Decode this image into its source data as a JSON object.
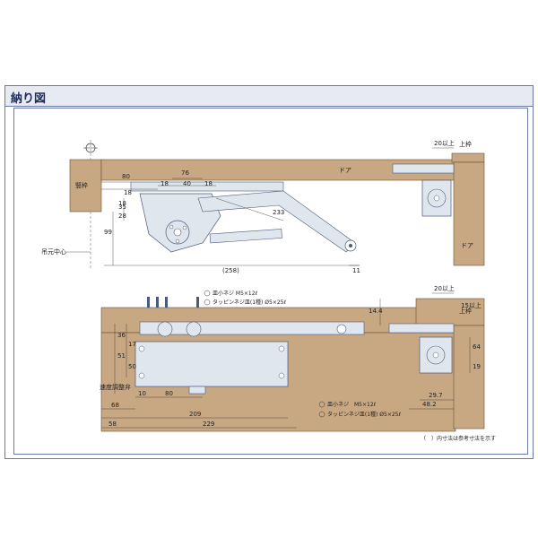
{
  "header": {
    "title": "納り図"
  },
  "colors": {
    "wood": "#c8a882",
    "metal": "#dfe6ee",
    "outline": "#4a5a7a",
    "frame_border": "#6a7aa8"
  },
  "labels": {
    "frame": "竪枠",
    "door": "ドア",
    "door2": "ドア",
    "hinge_center": "吊元中心",
    "top_frame": "上枠",
    "top_frame2": "上枠",
    "speed_valve": "速度調整弁"
  },
  "dims": {
    "d80": "80",
    "d76": "76",
    "d18a": "18",
    "d40": "40",
    "d18b": "18",
    "d18c": "18",
    "d18d": "18",
    "d28": "28",
    "d35": "35",
    "d99": "99",
    "d233": "233",
    "d258": "(258)",
    "d11": "11",
    "d20a": "20以上",
    "d20b": "20以上",
    "d14": "14.4",
    "d15": "15以上",
    "d36": "36",
    "d51": "51",
    "d17": "17",
    "d50": "50",
    "d10": "10",
    "d80b": "80",
    "d68": "68",
    "d209": "209",
    "d58": "58",
    "d229": "229",
    "d64": "64",
    "d19": "19",
    "d297": "29.7",
    "d482": "48.2"
  },
  "screws": {
    "s1": "皿小ネジ M5×12ℓ",
    "s2": "タッピンネジ皿(1種) Ø5×25ℓ",
    "s3": "皿小ネジ　M5×12ℓ",
    "s4": "タッピンネジ皿(1種) Ø5×25ℓ"
  },
  "footnote": "（　）内寸法は参考寸法を示す"
}
